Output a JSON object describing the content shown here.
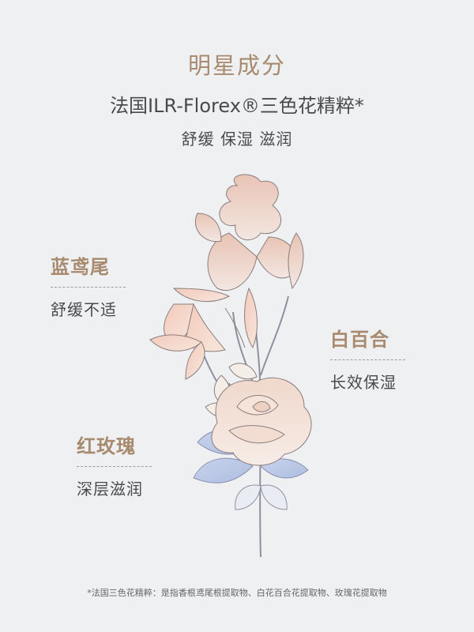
{
  "header": {
    "title": "明星成分",
    "subtitle": "法国ILR-Florex®三色花精粹*",
    "tagline": "舒缓 保湿 滋润"
  },
  "flowers": [
    {
      "name": "蓝鸢尾",
      "benefit": "舒缓不适",
      "color": "#e8c4b4"
    },
    {
      "name": "白百合",
      "benefit": "长效保湿",
      "color": "#f2cabb"
    },
    {
      "name": "红玫瑰",
      "benefit": "深层滋润",
      "color": "#f0d8cc"
    }
  ],
  "footnote": "*法国三色花精粹：是指香根鸢尾根提取物、白花百合花提取物、玫瑰花提取物"
}
